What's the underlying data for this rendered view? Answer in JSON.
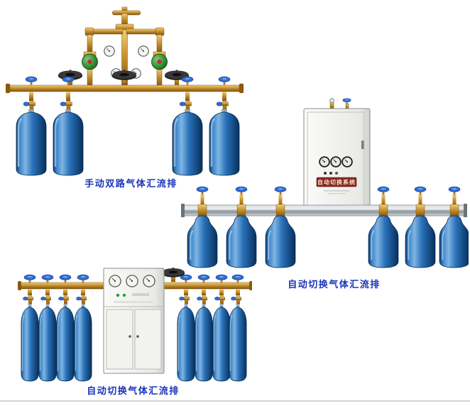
{
  "colors": {
    "caption_blue": "#1a35b8",
    "cylinder_blue": "#1565c0",
    "brass": "#c8922e",
    "rail_silver": "#c3c9ce",
    "cabinet_white": "#f2f3ef",
    "cabinet_plate_red": "#8a2525"
  },
  "products": [
    {
      "caption": "手动双路气体汇流排"
    },
    {
      "caption": "自动切换气体汇流排",
      "cabinet_label": "自动切换系统"
    },
    {
      "caption": "自动切换气体汇流排"
    }
  ]
}
